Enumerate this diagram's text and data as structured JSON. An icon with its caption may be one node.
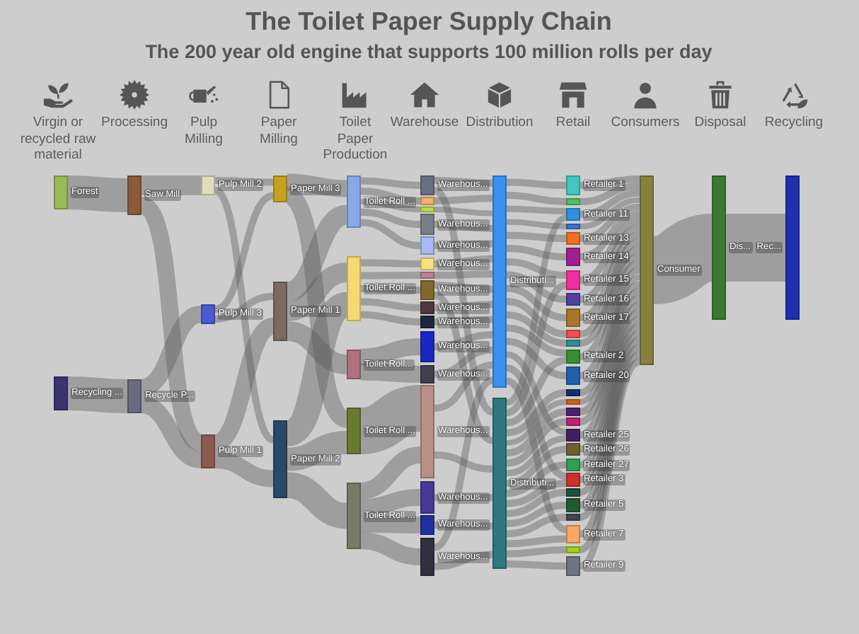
{
  "diagram": {
    "title": "The Toilet Paper Supply Chain",
    "nodes": [
      {
        "text": [],
        "shape": "bar",
        "beside": [
          "Forest"
        ]
      },
      {
        "text": [],
        "shape": "bar",
        "beside": [
          "Recycling ..."
        ]
      },
      {
        "text": [],
        "shape": "bar",
        "beside": [
          "Saw Mill"
        ]
      },
      {
        "text": [],
        "shape": "bar",
        "beside": [
          "Recycle P..."
        ]
      },
      {
        "text": [],
        "shape": "bar",
        "beside": [
          "Pulp Mill 2"
        ]
      },
      {
        "text": [],
        "shape": "bar",
        "beside": [
          "Pulp Mill 3"
        ]
      },
      {
        "text": [],
        "shape": "bar",
        "beside": [
          "Pulp Mill 1"
        ]
      },
      {
        "text": [],
        "shape": "bar",
        "beside": [
          "Paper Mill 3"
        ]
      },
      {
        "text": [],
        "shape": "bar",
        "beside": [
          "Paper Mill 1"
        ]
      },
      {
        "text": [],
        "shape": "bar",
        "beside": [
          "Paper Mill 2"
        ]
      },
      {
        "text": [],
        "shape": "bar",
        "beside": [
          "Toilet Roll ..."
        ]
      },
      {
        "text": [],
        "shape": "bar",
        "beside": [
          "Toilet Roll ..."
        ]
      },
      {
        "text": [],
        "shape": "bar",
        "beside": [
          "Toilet Roll..."
        ]
      },
      {
        "text": [],
        "shape": "bar",
        "beside": [
          "Toilet Roll ..."
        ]
      },
      {
        "text": [],
        "shape": "bar",
        "beside": [
          "Toilet Roll ..."
        ]
      },
      {
        "text": [],
        "shape": "bar",
        "beside": [
          "Warehous..."
        ]
      },
      {
        "text": [],
        "shape": "bar"
      },
      {
        "text": [],
        "shape": "bar"
      },
      {
        "text": [],
        "shape": "bar",
        "beside": [
          "Warehous..."
        ]
      },
      {
        "text": [],
        "shape": "bar",
        "beside": [
          "Warehous..."
        ]
      },
      {
        "text": [],
        "shape": "bar",
        "beside": [
          "Warehous..."
        ]
      },
      {
        "text": [],
        "shape": "bar"
      },
      {
        "text": [],
        "shape": "bar",
        "beside": [
          "Warehous..."
        ]
      },
      {
        "text": [],
        "shape": "bar",
        "beside": [
          "Warehous..."
        ]
      },
      {
        "text": [],
        "shape": "bar",
        "beside": [
          "Warehous..."
        ]
      },
      {
        "text": [],
        "shape": "bar",
        "beside": [
          "Warehous..."
        ]
      },
      {
        "text": [],
        "shape": "bar",
        "beside": [
          "Warehous..."
        ]
      },
      {
        "text": [],
        "shape": "bar",
        "beside": [
          "Warehous..."
        ]
      },
      {
        "text": [],
        "shape": "bar",
        "beside": [
          "Warehous..."
        ]
      },
      {
        "text": [],
        "shape": "bar",
        "beside": [
          "Warehous..."
        ]
      },
      {
        "text": [],
        "shape": "bar",
        "beside": [
          "Warehous..."
        ]
      },
      {
        "text": [],
        "shape": "bar",
        "beside": [
          "Distributi..."
        ]
      },
      {
        "text": [],
        "shape": "bar",
        "beside": [
          "Distributi..."
        ]
      },
      {
        "text": [],
        "shape": "bar",
        "beside": [
          "Retailer 1"
        ]
      },
      {
        "text": [],
        "shape": "bar"
      },
      {
        "text": [],
        "shape": "bar",
        "beside": [
          "Retailer 11"
        ]
      },
      {
        "text": [],
        "shape": "bar"
      },
      {
        "text": [],
        "shape": "bar",
        "beside": [
          "Retailer 13"
        ]
      },
      {
        "text": [],
        "shape": "bar",
        "beside": [
          "Retailer 14"
        ]
      },
      {
        "text": [],
        "shape": "bar",
        "beside": [
          "Retailer 15"
        ]
      },
      {
        "text": [],
        "shape": "bar",
        "beside": [
          "Retailer 16"
        ]
      },
      {
        "text": [],
        "shape": "bar",
        "beside": [
          "Retailer 17"
        ]
      },
      {
        "text": [],
        "shape": "bar"
      },
      {
        "text": [],
        "shape": "bar"
      },
      {
        "text": [],
        "shape": "bar",
        "beside": [
          "Retailer 2"
        ]
      },
      {
        "text": [],
        "shape": "bar",
        "beside": [
          "Retailer 20"
        ]
      },
      {
        "text": [],
        "shape": "bar"
      },
      {
        "text": [],
        "shape": "bar"
      },
      {
        "text": [],
        "shape": "bar"
      },
      {
        "text": [],
        "shape": "bar"
      },
      {
        "text": [],
        "shape": "bar",
        "beside": [
          "Retailer 25"
        ]
      },
      {
        "text": [],
        "shape": "bar",
        "beside": [
          "Retailer 26"
        ]
      },
      {
        "text": [],
        "shape": "bar",
        "beside": [
          "Retailer 27"
        ]
      },
      {
        "text": [],
        "shape": "bar",
        "beside": [
          "Retailer 3"
        ]
      },
      {
        "text": [],
        "shape": "bar"
      },
      {
        "text": [],
        "shape": "bar",
        "beside": [
          "Retailer 5"
        ]
      },
      {
        "text": [],
        "shape": "bar"
      },
      {
        "text": [],
        "shape": "bar",
        "beside": [
          "Retailer 7"
        ]
      },
      {
        "text": [],
        "shape": "bar"
      },
      {
        "text": [],
        "shape": "bar",
        "beside": [
          "Retailer 9"
        ]
      },
      {
        "text": [],
        "shape": "bar",
        "beside": [
          "Consumer"
        ]
      },
      {
        "text": [],
        "shape": "bar",
        "beside": [
          "Dis..."
        ]
      },
      {
        "text": [],
        "shape": "bar",
        "beside": [
          "Rec..."
        ]
      }
    ],
    "edges": [
      {
        "from": 0,
        "to": 2,
        "arrow": "none",
        "style": "thick"
      },
      {
        "from": 1,
        "to": 3,
        "arrow": "none",
        "style": "thick"
      },
      {
        "from": 2,
        "to": 4,
        "arrow": "none",
        "style": "thick"
      },
      {
        "from": 2,
        "to": 6,
        "arrow": "none",
        "style": "thick"
      },
      {
        "from": 3,
        "to": 5,
        "arrow": "none",
        "style": "thick"
      },
      {
        "from": 3,
        "to": 6,
        "arrow": "none",
        "style": "thick"
      },
      {
        "from": 4,
        "to": 7,
        "arrow": "none"
      },
      {
        "from": 4,
        "to": 9,
        "arrow": "none"
      },
      {
        "from": 5,
        "to": 7,
        "arrow": "none"
      },
      {
        "from": 5,
        "to": 8,
        "arrow": "none"
      },
      {
        "from": 6,
        "to": 8,
        "arrow": "none",
        "style": "thick"
      },
      {
        "from": 6,
        "to": 9,
        "arrow": "none",
        "style": "thick"
      },
      {
        "from": 7,
        "to": 10,
        "arrow": "none",
        "style": "thick"
      },
      {
        "from": 7,
        "to": 13,
        "arrow": "none",
        "style": "thick"
      },
      {
        "from": 8,
        "to": 10,
        "arrow": "none",
        "style": "thick"
      },
      {
        "from": 8,
        "to": 11,
        "arrow": "none",
        "style": "thick"
      },
      {
        "from": 8,
        "to": 12,
        "arrow": "none",
        "style": "thick"
      },
      {
        "from": 9,
        "to": 11,
        "arrow": "none",
        "style": "thick"
      },
      {
        "from": 9,
        "to": 13,
        "arrow": "none",
        "style": "thick"
      },
      {
        "from": 9,
        "to": 14,
        "arrow": "none",
        "style": "thick"
      },
      {
        "from": 10,
        "to": 15,
        "arrow": "none"
      },
      {
        "from": 10,
        "to": 16,
        "arrow": "none"
      },
      {
        "from": 10,
        "to": 17,
        "arrow": "none"
      },
      {
        "from": 10,
        "to": 18,
        "arrow": "none"
      },
      {
        "from": 10,
        "to": 19,
        "arrow": "none"
      },
      {
        "from": 11,
        "to": 20,
        "arrow": "none"
      },
      {
        "from": 11,
        "to": 21,
        "arrow": "none"
      },
      {
        "from": 11,
        "to": 22,
        "arrow": "none"
      },
      {
        "from": 11,
        "to": 23,
        "arrow": "none"
      },
      {
        "from": 11,
        "to": 24,
        "arrow": "none"
      },
      {
        "from": 12,
        "to": 25,
        "arrow": "none",
        "style": "thick"
      },
      {
        "from": 12,
        "to": 26,
        "arrow": "none",
        "style": "thick"
      },
      {
        "from": 13,
        "to": 27,
        "arrow": "none",
        "style": "thick"
      },
      {
        "from": 14,
        "to": 27,
        "arrow": "none",
        "style": "thick"
      },
      {
        "from": 14,
        "to": 28,
        "arrow": "none",
        "style": "thick"
      },
      {
        "from": 14,
        "to": 29,
        "arrow": "none",
        "style": "thick"
      },
      {
        "from": 14,
        "to": 30,
        "arrow": "none",
        "style": "thick"
      },
      {
        "from": 15,
        "to": 31,
        "arrow": "none"
      },
      {
        "from": 15,
        "to": 32,
        "arrow": "none"
      },
      {
        "from": 16,
        "to": 31,
        "arrow": "none"
      },
      {
        "from": 17,
        "to": 31,
        "arrow": "none"
      },
      {
        "from": 18,
        "to": 31,
        "arrow": "none"
      },
      {
        "from": 19,
        "to": 31,
        "arrow": "none"
      },
      {
        "from": 20,
        "to": 31,
        "arrow": "none"
      },
      {
        "from": 21,
        "to": 31,
        "arrow": "none"
      },
      {
        "from": 22,
        "to": 31,
        "arrow": "none"
      },
      {
        "from": 22,
        "to": 32,
        "arrow": "none"
      },
      {
        "from": 23,
        "to": 31,
        "arrow": "none"
      },
      {
        "from": 24,
        "to": 31,
        "arrow": "none"
      },
      {
        "from": 25,
        "to": 31,
        "arrow": "none"
      },
      {
        "from": 26,
        "to": 31,
        "arrow": "none"
      },
      {
        "from": 27,
        "to": 31,
        "arrow": "none"
      },
      {
        "from": 27,
        "to": 32,
        "arrow": "none"
      },
      {
        "from": 28,
        "to": 32,
        "arrow": "none"
      },
      {
        "from": 29,
        "to": 32,
        "arrow": "none"
      },
      {
        "from": 30,
        "to": 31,
        "arrow": "none"
      },
      {
        "from": 30,
        "to": 32,
        "arrow": "none"
      },
      {
        "from": 31,
        "to": 33,
        "arrow": "none"
      },
      {
        "from": 31,
        "to": 34,
        "arrow": "none"
      },
      {
        "from": 31,
        "to": 35,
        "arrow": "none"
      },
      {
        "from": 31,
        "to": 36,
        "arrow": "none"
      },
      {
        "from": 31,
        "to": 37,
        "arrow": "none"
      },
      {
        "from": 31,
        "to": 38,
        "arrow": "none"
      },
      {
        "from": 31,
        "to": 39,
        "arrow": "none"
      },
      {
        "from": 31,
        "to": 40,
        "arrow": "none"
      },
      {
        "from": 31,
        "to": 41,
        "arrow": "none"
      },
      {
        "from": 31,
        "to": 42,
        "arrow": "none"
      },
      {
        "from": 31,
        "to": 43,
        "arrow": "none"
      },
      {
        "from": 31,
        "to": 44,
        "arrow": "none"
      },
      {
        "from": 31,
        "to": 45,
        "arrow": "none"
      },
      {
        "from": 31,
        "to": 50,
        "arrow": "none"
      },
      {
        "from": 31,
        "to": 53,
        "arrow": "none"
      },
      {
        "from": 31,
        "to": 57,
        "arrow": "none"
      },
      {
        "from": 32,
        "to": 35,
        "arrow": "none"
      },
      {
        "from": 32,
        "to": 39,
        "arrow": "none"
      },
      {
        "from": 32,
        "to": 44,
        "arrow": "none"
      },
      {
        "from": 32,
        "to": 46,
        "arrow": "none"
      },
      {
        "from": 32,
        "to": 47,
        "arrow": "none"
      },
      {
        "from": 32,
        "to": 48,
        "arrow": "none"
      },
      {
        "from": 32,
        "to": 49,
        "arrow": "none"
      },
      {
        "from": 32,
        "to": 50,
        "arrow": "none"
      },
      {
        "from": 32,
        "to": 51,
        "arrow": "none"
      },
      {
        "from": 32,
        "to": 52,
        "arrow": "none"
      },
      {
        "from": 32,
        "to": 53,
        "arrow": "none"
      },
      {
        "from": 32,
        "to": 54,
        "arrow": "none"
      },
      {
        "from": 32,
        "to": 55,
        "arrow": "none"
      },
      {
        "from": 32,
        "to": 56,
        "arrow": "none"
      },
      {
        "from": 32,
        "to": 57,
        "arrow": "none"
      },
      {
        "from": 32,
        "to": 58,
        "arrow": "none"
      },
      {
        "from": 32,
        "to": 59,
        "arrow": "none"
      },
      {
        "from": 33,
        "to": 60,
        "arrow": "none"
      },
      {
        "from": 34,
        "to": 60,
        "arrow": "none"
      },
      {
        "from": 35,
        "to": 60,
        "arrow": "none"
      },
      {
        "from": 36,
        "to": 60,
        "arrow": "none"
      },
      {
        "from": 37,
        "to": 60,
        "arrow": "none"
      },
      {
        "from": 38,
        "to": 60,
        "arrow": "none"
      },
      {
        "from": 39,
        "to": 60,
        "arrow": "none"
      },
      {
        "from": 40,
        "to": 60,
        "arrow": "none"
      },
      {
        "from": 41,
        "to": 60,
        "arrow": "none"
      },
      {
        "from": 42,
        "to": 60,
        "arrow": "none"
      },
      {
        "from": 43,
        "to": 60,
        "arrow": "none"
      },
      {
        "from": 44,
        "to": 60,
        "arrow": "none"
      },
      {
        "from": 45,
        "to": 60,
        "arrow": "none"
      },
      {
        "from": 46,
        "to": 60,
        "arrow": "none"
      },
      {
        "from": 47,
        "to": 60,
        "arrow": "none"
      },
      {
        "from": 48,
        "to": 60,
        "arrow": "none"
      },
      {
        "from": 49,
        "to": 60,
        "arrow": "none"
      },
      {
        "from": 50,
        "to": 60,
        "arrow": "none"
      },
      {
        "from": 51,
        "to": 60,
        "arrow": "none"
      },
      {
        "from": 52,
        "to": 60,
        "arrow": "none"
      },
      {
        "from": 53,
        "to": 60,
        "arrow": "none"
      },
      {
        "from": 54,
        "to": 60,
        "arrow": "none"
      },
      {
        "from": 55,
        "to": 60,
        "arrow": "none"
      },
      {
        "from": 56,
        "to": 60,
        "arrow": "none"
      },
      {
        "from": 57,
        "to": 60,
        "arrow": "none"
      },
      {
        "from": 58,
        "to": 60,
        "arrow": "none"
      },
      {
        "from": 59,
        "to": 60,
        "arrow": "none"
      },
      {
        "from": 60,
        "to": 61,
        "arrow": "none",
        "style": "thick"
      },
      {
        "from": 61,
        "to": 62,
        "arrow": "none",
        "style": "thick"
      }
    ],
    "labels": [
      "The 200 year old engine that supports 100 million rolls per day",
      "Virgin or recycled raw material",
      "Processing",
      "Pulp Milling",
      "Paper Milling",
      "Toilet Paper Production",
      "Warehouse",
      "Distribution",
      "Retail",
      "Consumers",
      "Disposal",
      "Recycling"
    ]
  }
}
